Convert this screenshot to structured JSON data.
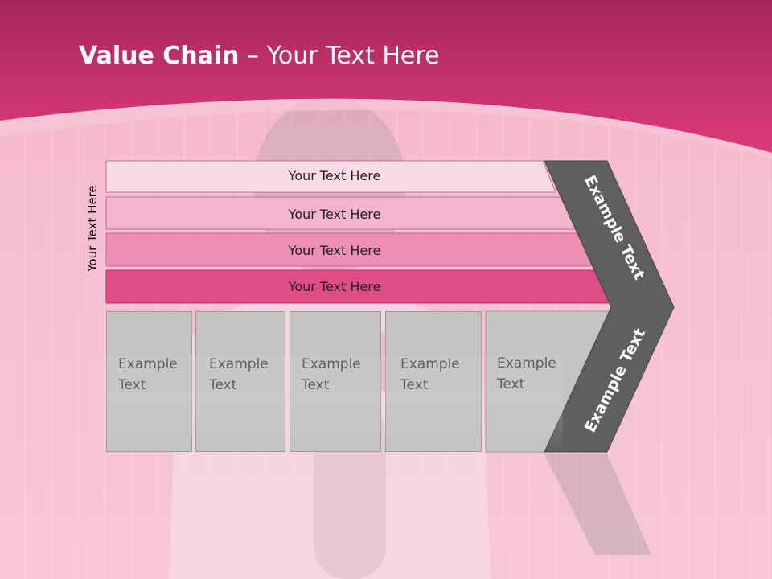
{
  "slide": {
    "title_bold": "Value Chain",
    "title_rest": " – Your Text Here",
    "side_label": "Your Text Here",
    "bars": [
      {
        "label": "Your Text Here",
        "color": "#f9dbe7"
      },
      {
        "label": "Your Text Here",
        "color": "#f3b4cd"
      },
      {
        "label": "Your Text Here",
        "color": "#ec8fb3"
      },
      {
        "label": "Your Text Here",
        "color": "#e04c85"
      }
    ],
    "boxes": [
      {
        "label": "Example\nText"
      },
      {
        "label": "Example\nText"
      },
      {
        "label": "Example\nText"
      },
      {
        "label": "Example\nText"
      },
      {
        "label": "Example\nText"
      }
    ],
    "arrow_top_label": "Example Text",
    "arrow_bottom_label": "Example Text",
    "colors": {
      "header": "#d6336f",
      "arrow": "#5f5f5f",
      "box": "#c4c4c4"
    }
  }
}
